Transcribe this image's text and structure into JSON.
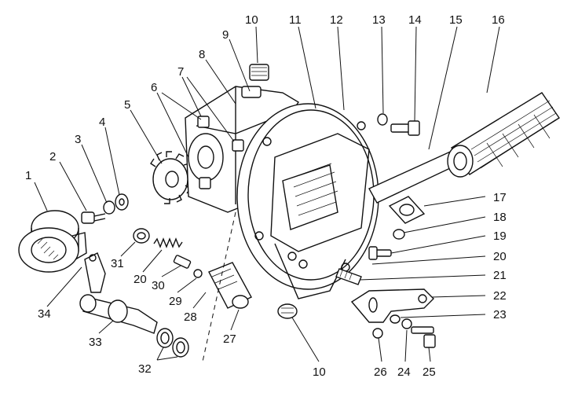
{
  "diagram": {
    "callouts": [
      {
        "id": "c1",
        "text": "1"
      },
      {
        "id": "c2",
        "text": "2"
      },
      {
        "id": "c3",
        "text": "3"
      },
      {
        "id": "c4",
        "text": "4"
      },
      {
        "id": "c5",
        "text": "5"
      },
      {
        "id": "c6",
        "text": "6"
      },
      {
        "id": "c7",
        "text": "7"
      },
      {
        "id": "c8",
        "text": "8"
      },
      {
        "id": "c9",
        "text": "9"
      },
      {
        "id": "c10a",
        "text": "10"
      },
      {
        "id": "c11",
        "text": "11"
      },
      {
        "id": "c12",
        "text": "12"
      },
      {
        "id": "c13",
        "text": "13"
      },
      {
        "id": "c14",
        "text": "14"
      },
      {
        "id": "c15",
        "text": "15"
      },
      {
        "id": "c16",
        "text": "16"
      },
      {
        "id": "c17",
        "text": "17"
      },
      {
        "id": "c18",
        "text": "18"
      },
      {
        "id": "c19",
        "text": "19"
      },
      {
        "id": "c20a",
        "text": "20"
      },
      {
        "id": "c21",
        "text": "21"
      },
      {
        "id": "c22",
        "text": "22"
      },
      {
        "id": "c23",
        "text": "23"
      },
      {
        "id": "c24",
        "text": "24"
      },
      {
        "id": "c25",
        "text": "25"
      },
      {
        "id": "c26",
        "text": "26"
      },
      {
        "id": "c10b",
        "text": "10"
      },
      {
        "id": "c27",
        "text": "27"
      },
      {
        "id": "c28",
        "text": "28"
      },
      {
        "id": "c29",
        "text": "29"
      },
      {
        "id": "c30",
        "text": "30"
      },
      {
        "id": "c20b",
        "text": "20"
      },
      {
        "id": "c31",
        "text": "31"
      },
      {
        "id": "c32",
        "text": "32"
      },
      {
        "id": "c33",
        "text": "33"
      },
      {
        "id": "c34",
        "text": "34"
      }
    ]
  }
}
